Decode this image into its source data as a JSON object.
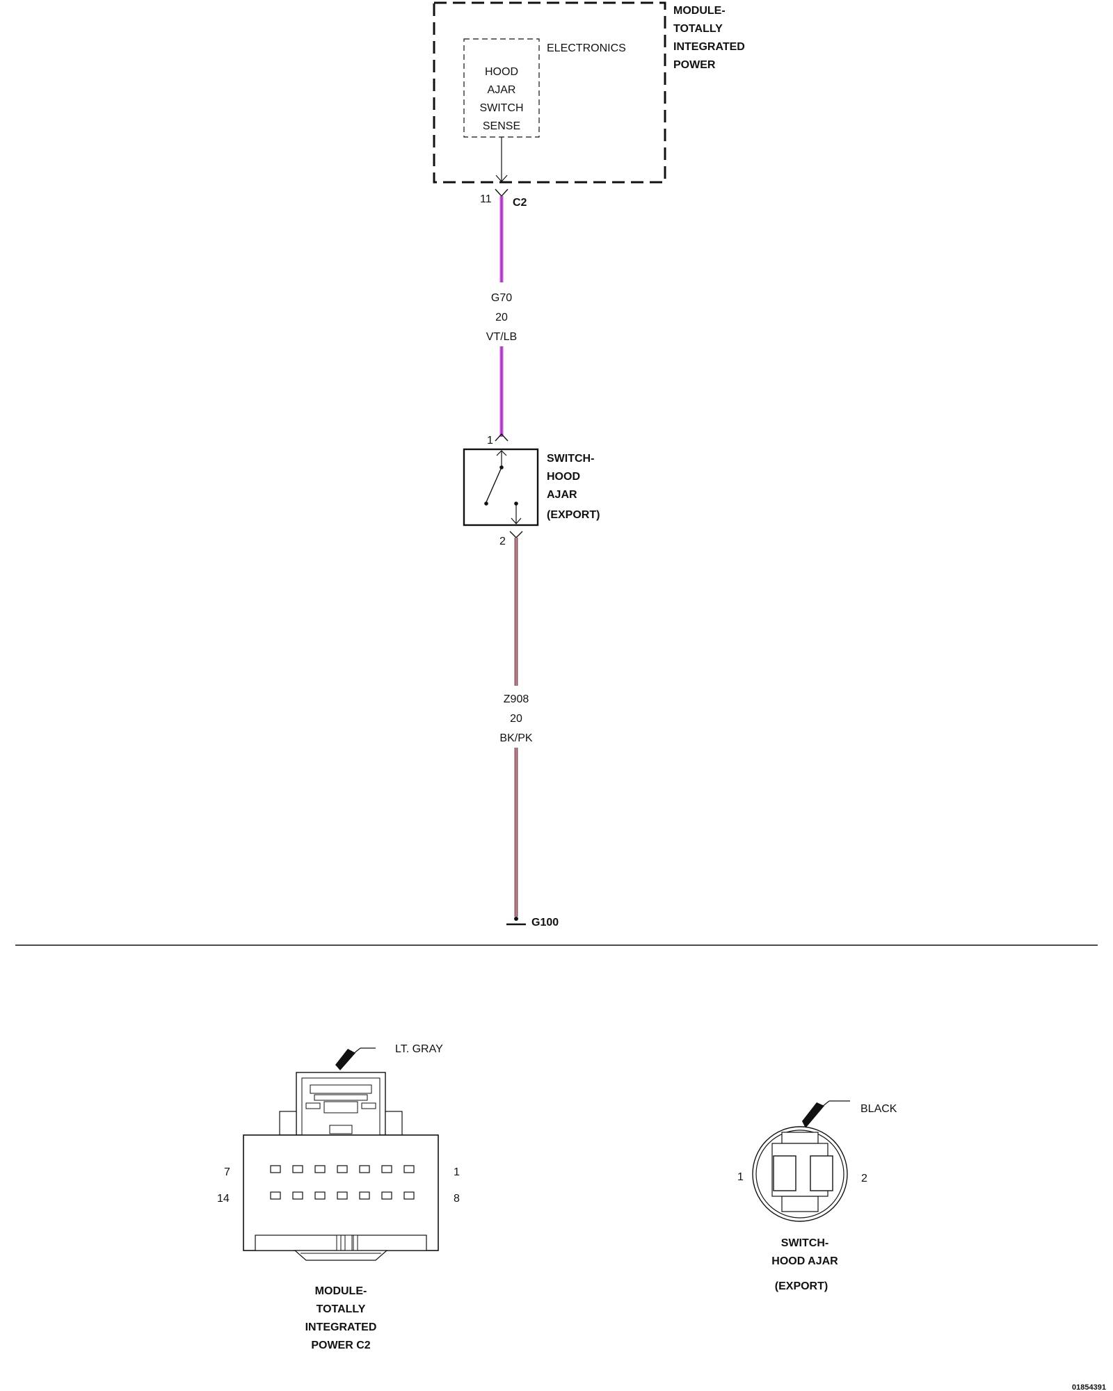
{
  "module": {
    "title_lines": [
      "MODULE-",
      "TOTALLY",
      "INTEGRATED",
      "POWER"
    ],
    "electronics_label": "ELECTRONICS",
    "sense_lines": [
      "HOOD",
      "AJAR",
      "SWITCH",
      "SENSE"
    ],
    "pin": "11",
    "connector": "C2"
  },
  "wire_upper": {
    "circuit": "G70",
    "gauge": "20",
    "color": "VT/LB",
    "hex": "#cc55dd"
  },
  "switch": {
    "title_lines": [
      "SWITCH-",
      "HOOD",
      "AJAR",
      "(EXPORT)"
    ],
    "pin_top": "1",
    "pin_bottom": "2"
  },
  "wire_lower": {
    "circuit": "Z908",
    "gauge": "20",
    "color": "BK/PK",
    "hex": "#8a5a63"
  },
  "ground": {
    "label": "G100"
  },
  "connector_views": {
    "module_c2": {
      "housing_color": "LT. GRAY",
      "pins_top_left": "7",
      "pins_top_right": "1",
      "pins_bottom_left": "14",
      "pins_bottom_right": "8",
      "title_lines": [
        "MODULE-",
        "TOTALLY",
        "INTEGRATED",
        "POWER C2"
      ]
    },
    "switch": {
      "housing_color": "BLACK",
      "pin_left": "1",
      "pin_right": "2",
      "title_lines": [
        "SWITCH-",
        "HOOD AJAR",
        "(EXPORT)"
      ]
    }
  },
  "figure_id": "01854391"
}
